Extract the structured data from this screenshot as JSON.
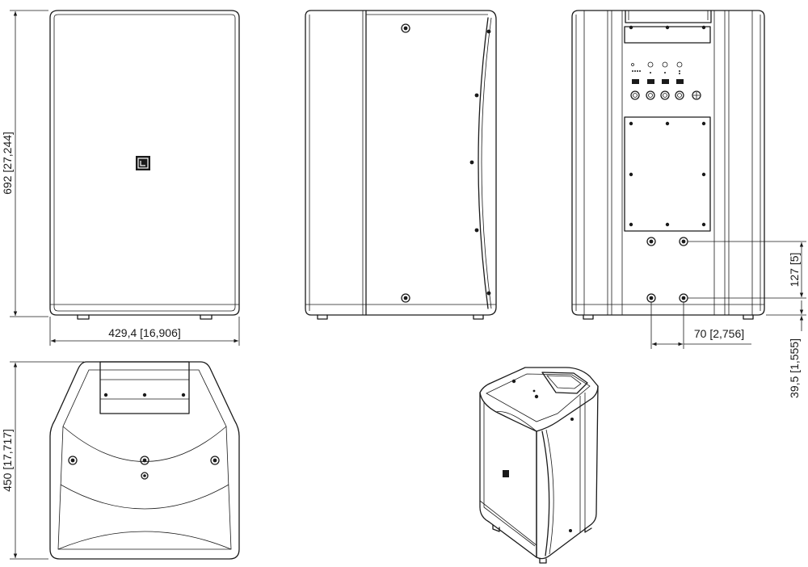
{
  "dimensions": {
    "width": "429,4 [16,906]",
    "height": "692 [27,244]",
    "depth": "450 [17,717]",
    "mount_vertical": "127 [5]",
    "mount_horizontal": "70 [2,756]",
    "mount_offset": "39,5 [1,555]"
  },
  "colors": {
    "line": "#1a1a1a",
    "background": "#ffffff"
  }
}
